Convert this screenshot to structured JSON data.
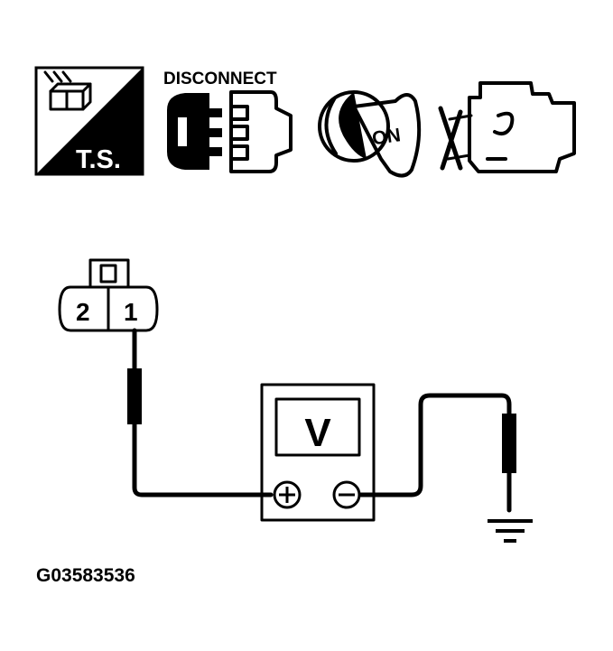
{
  "icons": {
    "ts_label": "T.S.",
    "disconnect_label": "DISCONNECT",
    "ignition_label": "ON"
  },
  "connector": {
    "pin_left": "2",
    "pin_right": "1"
  },
  "meter": {
    "display": "V",
    "positive_icon": "plus-terminal",
    "negative_icon": "minus-terminal"
  },
  "figure_id": "G03583536",
  "colors": {
    "ink": "#000000",
    "paper": "#ffffff"
  }
}
